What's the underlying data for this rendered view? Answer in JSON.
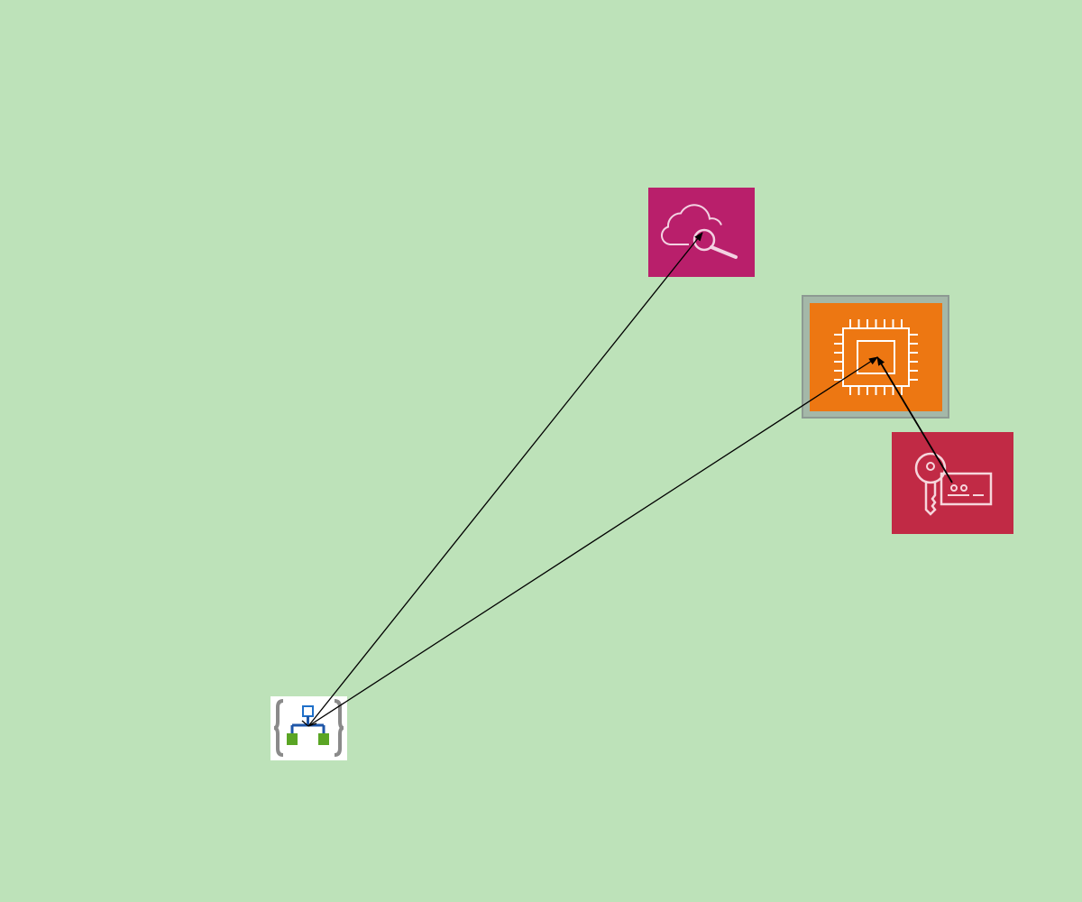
{
  "colors": {
    "background": "#bde2b9",
    "management_service": "#b91f6b",
    "compute_service": "#ed7712",
    "security_service": "#c12a45",
    "edge": "#000000"
  },
  "nodes": [
    {
      "id": "cloudwatch",
      "icon": "cloud-search-icon"
    },
    {
      "id": "ec2",
      "icon": "processor-chip-icon"
    },
    {
      "id": "iam",
      "icon": "key-id-card-icon"
    },
    {
      "id": "template",
      "icon": "resource-template-icon"
    }
  ],
  "edges": [
    {
      "from": "template",
      "to": "cloudwatch"
    },
    {
      "from": "template",
      "to": "ec2"
    },
    {
      "from": "iam",
      "to": "ec2"
    }
  ]
}
